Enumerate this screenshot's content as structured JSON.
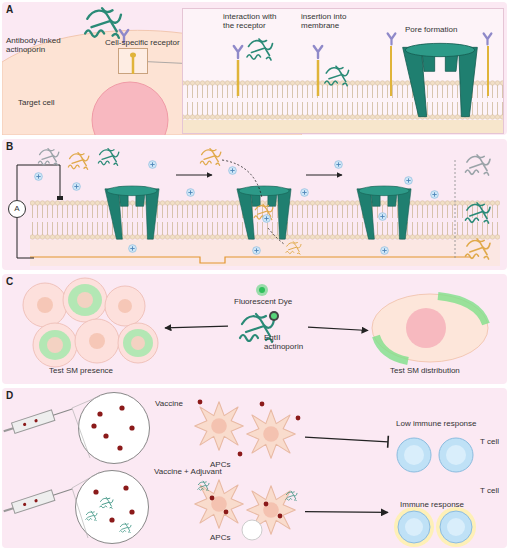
{
  "diagram": {
    "nodes": [
      {
        "text": [
          "A"
        ]
      },
      {
        "text": [
          "Target cell"
        ],
        "in": 0
      },
      {
        "text": [
          "Cell-specific receptor"
        ],
        "in": 0
      },
      {
        "text": [
          "interaction with the receptor",
          "insertion into membrane",
          "Pore formation"
        ],
        "in": 0
      },
      {
        "text": [
          "B"
        ]
      },
      {
        "text": [
          "A"
        ],
        "in": 4
      },
      {
        "text": [
          "C"
        ]
      },
      {
        "text": [
          "Test SM presence"
        ],
        "in": 6
      },
      {
        "text": [
          "Fluorescent Dye",
          "EqtII actinoporin"
        ],
        "in": 6
      },
      {
        "text": [
          "Test SM distribution"
        ],
        "in": 6
      },
      {
        "text": [
          "D"
        ]
      },
      {
        "text": [
          "Vaccine"
        ],
        "in": 10
      },
      {
        "text": [
          "APCs"
        ],
        "in": 10
      },
      {
        "text": [
          "Low immune response",
          "T cell"
        ],
        "in": 10
      },
      {
        "text": [
          "Vaccine + Adjuvant"
        ],
        "in": 10
      },
      {
        "text": [
          "APCs"
        ],
        "in": 10
      },
      {
        "text": [
          "Immune response",
          "T cell"
        ],
        "in": 10
      }
    ],
    "edges": [
      {
        "from": 2,
        "to": 3,
        "arrow": "none"
      },
      {
        "from": 8,
        "to": 7,
        "arrow": "to"
      },
      {
        "from": 8,
        "to": 9,
        "arrow": "to"
      },
      {
        "from": 12,
        "to": 13,
        "arrow": "none"
      },
      {
        "from": 15,
        "to": 16,
        "arrow": "to"
      }
    ],
    "labels": [
      "Antibody-linked actinoporin"
    ]
  }
}
